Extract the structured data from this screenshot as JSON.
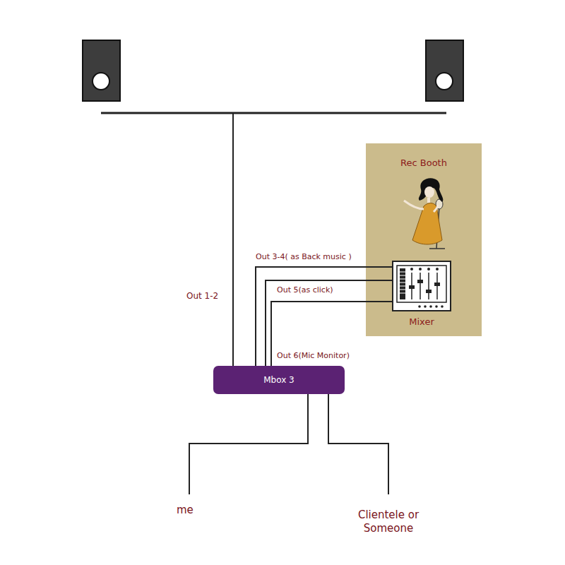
{
  "diagram": {
    "nodes": [
      {
        "text": [
          "Rec Booth"
        ]
      },
      {
        "text": [
          "Mixer"
        ],
        "in": 0
      },
      {
        "text": [
          "Mbox 3"
        ]
      }
    ],
    "edges": [
      {
        "from": 2,
        "to": 1,
        "arrow": "none",
        "label": "Out 3-4( as Back music )"
      },
      {
        "from": 2,
        "to": 1,
        "arrow": "none",
        "label": "Out 5(as click)"
      },
      {
        "from": 2,
        "to": 1,
        "arrow": "none",
        "label": "Out 6(Mic Monitor)"
      }
    ],
    "labels": [
      "Out 1-2",
      "me",
      "Clientele or Someone"
    ]
  }
}
